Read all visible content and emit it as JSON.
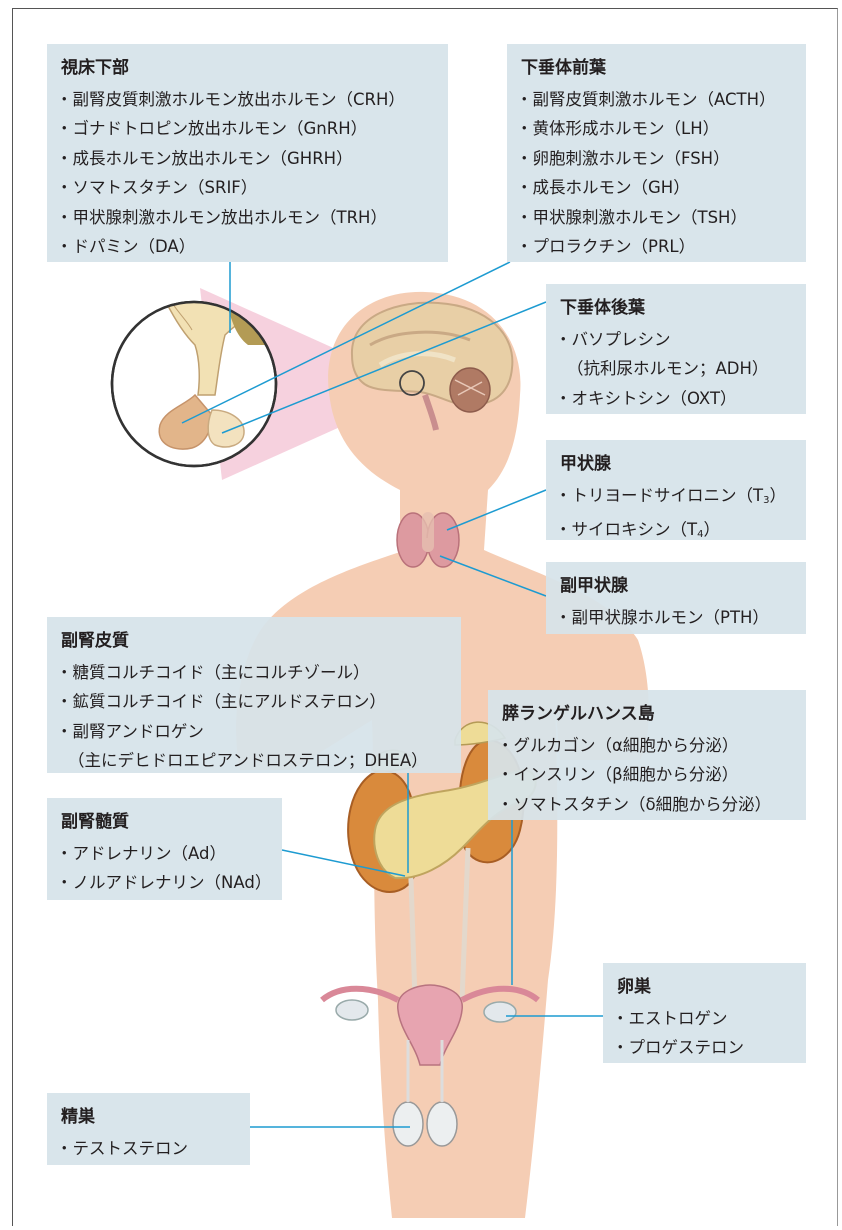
{
  "boxes": {
    "hypothalamus": {
      "title": "視床下部",
      "items": [
        "副腎皮質刺激ホルモン放出ホルモン（CRH）",
        "ゴナドトロピン放出ホルモン（GnRH）",
        "成長ホルモン放出ホルモン（GHRH）",
        "ソマトスタチン（SRIF）",
        "甲状腺刺激ホルモン放出ホルモン（TRH）",
        "ドパミン（DA）"
      ]
    },
    "anterior_pituitary": {
      "title": "下垂体前葉",
      "items": [
        "副腎皮質刺激ホルモン（ACTH）",
        "黄体形成ホルモン（LH）",
        "卵胞刺激ホルモン（FSH）",
        "成長ホルモン（GH）",
        "甲状腺刺激ホルモン（TSH）",
        "プロラクチン（PRL）"
      ]
    },
    "posterior_pituitary": {
      "title": "下垂体後葉",
      "items": [
        "バソプレシン",
        "（抗利尿ホルモン；ADH）",
        "オキシトシン（OXT）"
      ]
    },
    "thyroid": {
      "title": "甲状腺",
      "items": [
        "トリヨードサイロニン（T",
        "3",
        "）",
        "サイロキシン（T",
        "4",
        "）"
      ]
    },
    "parathyroid": {
      "title": "副甲状腺",
      "items": [
        "副甲状腺ホルモン（PTH）"
      ]
    },
    "adrenal_cortex": {
      "title": "副腎皮質",
      "items": [
        "糖質コルチコイド（主にコルチゾール）",
        "鉱質コルチコイド（主にアルドステロン）",
        "副腎アンドロゲン",
        "（主にデヒドロエピアンドロステロン；DHEA）"
      ]
    },
    "pancreas_islets": {
      "title": "膵ランゲルハンス島",
      "items": [
        "グルカゴン（α細胞から分泌）",
        "インスリン（β細胞から分泌）",
        "ソマトスタチン（δ細胞から分泌）"
      ]
    },
    "adrenal_medulla": {
      "title": "副腎髄質",
      "items": [
        "アドレナリン（Ad）",
        "ノルアドレナリン（NAd）"
      ]
    },
    "ovary": {
      "title": "卵巣",
      "items": [
        "エストロゲン",
        "プロゲステロン"
      ]
    },
    "testis": {
      "title": "精巣",
      "items": [
        "テストステロン"
      ]
    }
  },
  "colors": {
    "box_bg": "#d6e3e9",
    "leader_line": "#1d9bd1",
    "skin": "#f5cdb4",
    "organ_orange": "#d98a3c",
    "fat_yellow": "#eedc97",
    "thyroid_pink": "#dd9aa0",
    "uterus_pink": "#e7a4b0",
    "magnifier_pink": "#f4c9d8"
  }
}
